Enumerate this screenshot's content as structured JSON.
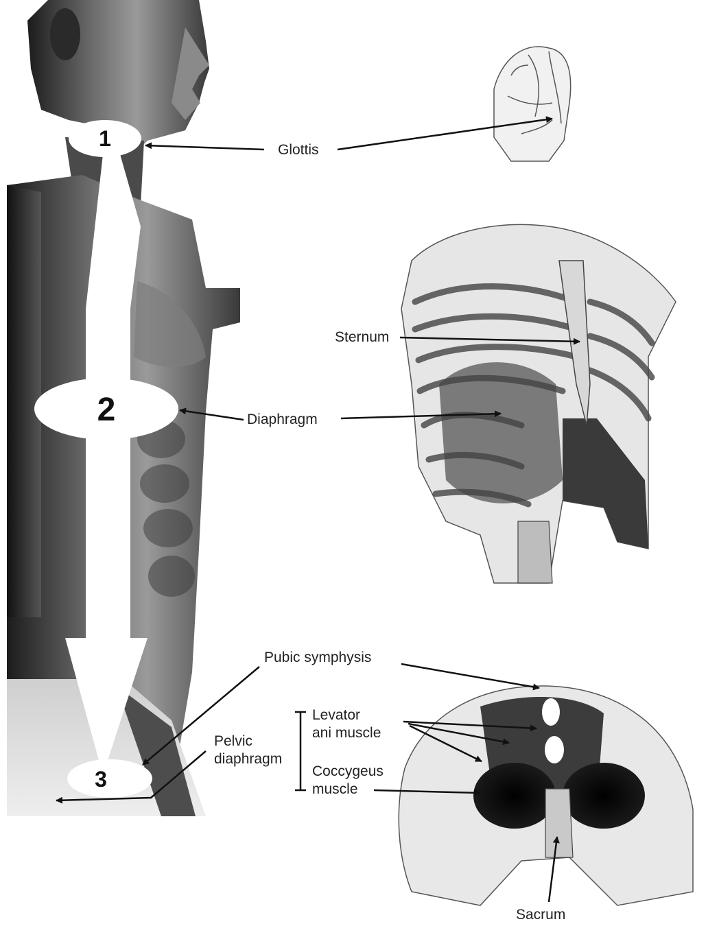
{
  "markers": {
    "one": "1",
    "two": "2",
    "three": "3"
  },
  "labels": {
    "glottis": "Glottis",
    "sternum": "Sternum",
    "diaphragm": "Diaphragm",
    "pubic_symphysis": "Pubic symphysis",
    "levator_line1": "Levator",
    "levator_line2": "ani muscle",
    "pelvic_line1": "Pelvic",
    "pelvic_line2": "diaphragm",
    "coccygeus_line1": "Coccygeus",
    "coccygeus_line2": "muscle",
    "sacrum": "Sacrum"
  },
  "colors": {
    "label_text": "#222222",
    "arrow": "#111111",
    "marker_fill": "#ffffff"
  }
}
